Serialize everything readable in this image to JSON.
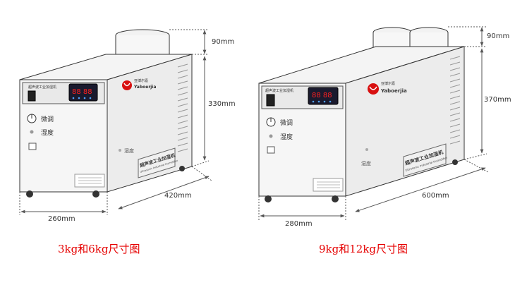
{
  "units": [
    {
      "id": "small",
      "caption": "3kg和6kg尺寸图",
      "dims": {
        "top": "90mm",
        "height": "330mm",
        "depth": "420mm",
        "width": "260mm"
      },
      "panel_title": "超声波工业加湿机",
      "brand": "Yaboerjia",
      "brand_cn": "亚博尔嘉",
      "display_digits": "88 88",
      "knob_label": "微调",
      "led_label": "湿度",
      "side_label": "湿度",
      "side_title": "超声波工业加湿机",
      "side_subtitle": "Ultrasonic Industrial Humidifier"
    },
    {
      "id": "large",
      "caption": "9kg和12kg尺寸图",
      "dims": {
        "top": "90mm",
        "height": "370mm",
        "depth": "600mm",
        "width": "280mm"
      },
      "panel_title": "超声波工业加湿机",
      "brand": "Yaboerjia",
      "brand_cn": "亚博尔嘉",
      "display_digits": "88 88",
      "knob_label": "微调",
      "led_label": "湿度",
      "side_label": "湿度",
      "side_title": "超声波工业加湿机",
      "side_subtitle": "Ultrasonic Industrial Humidifier"
    }
  ],
  "colors": {
    "caption": "#e60000",
    "outline": "#333333",
    "display": "#1a1a2e",
    "digits": "#ff2020",
    "brand_red": "#d81010"
  }
}
